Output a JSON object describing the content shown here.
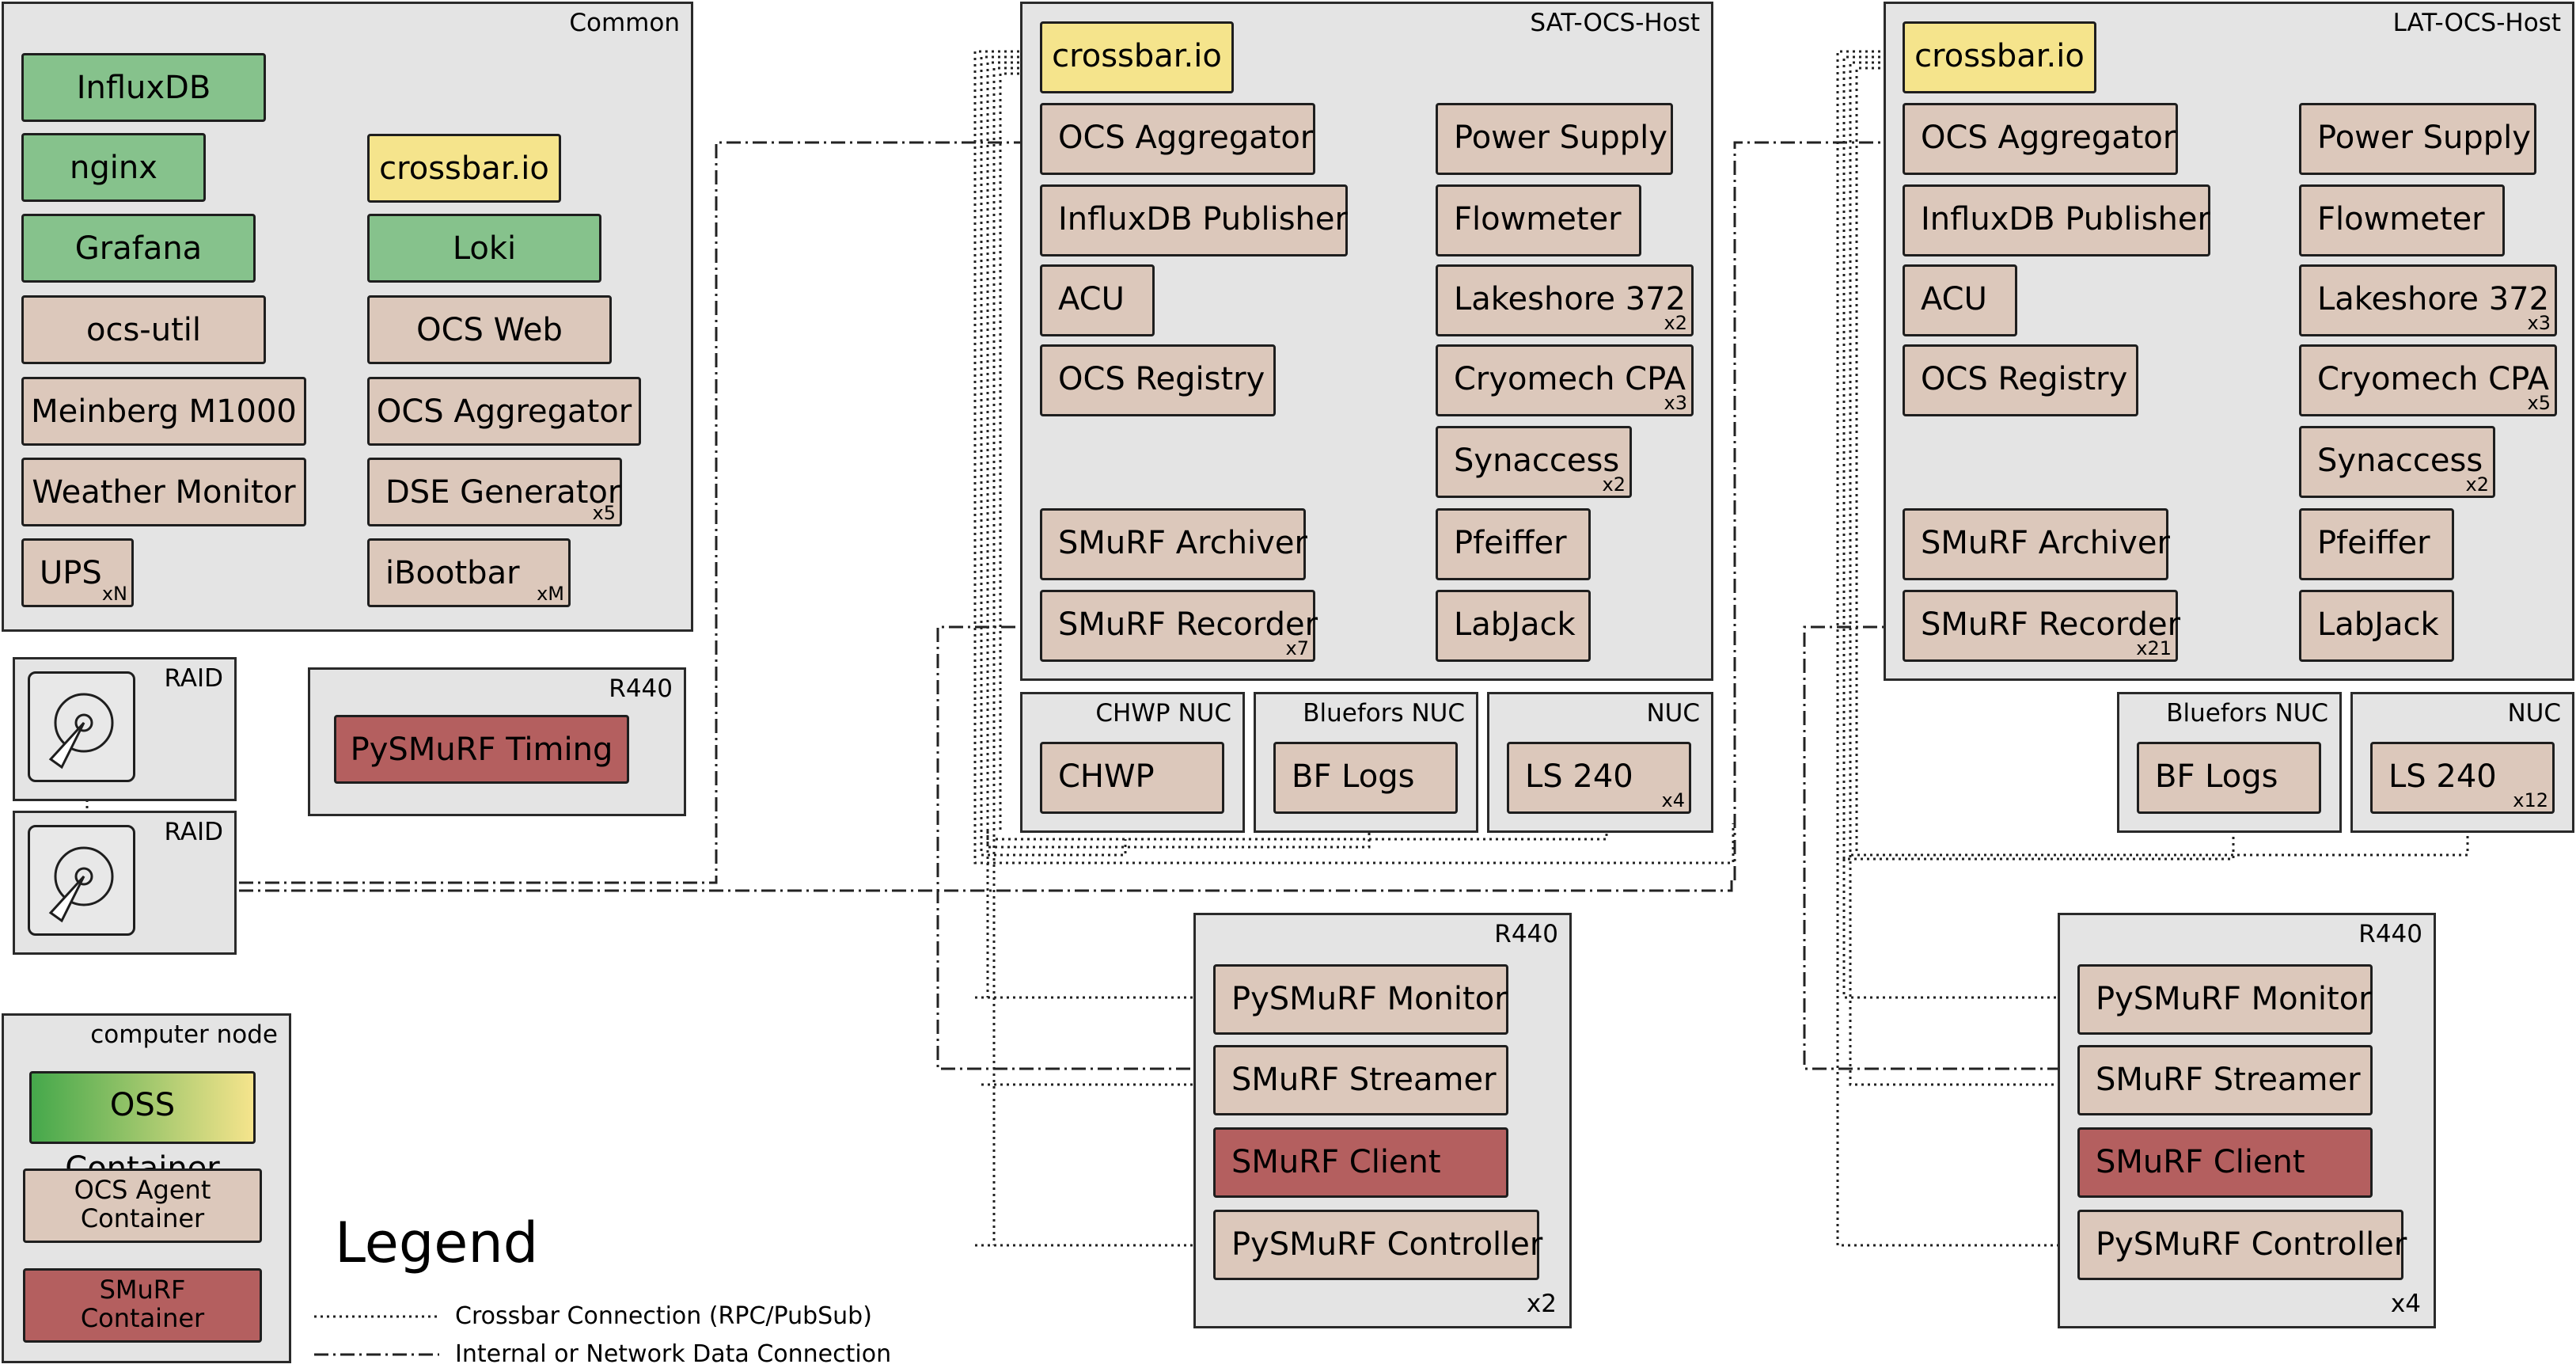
{
  "common": {
    "title": "Common",
    "items": [
      {
        "label": "InfluxDB",
        "kind": "oss"
      },
      {
        "label": "nginx",
        "kind": "oss"
      },
      {
        "label": "Grafana",
        "kind": "oss"
      },
      {
        "label": "ocs-util",
        "kind": "ocs"
      },
      {
        "label": "Meinberg M1000",
        "kind": "ocs"
      },
      {
        "label": "Weather Monitor",
        "kind": "ocs"
      },
      {
        "label": "UPS",
        "kind": "ocs",
        "mult": "xN"
      },
      {
        "label": "crossbar.io",
        "kind": "yellow"
      },
      {
        "label": "Loki",
        "kind": "oss"
      },
      {
        "label": "OCS Web",
        "kind": "ocs"
      },
      {
        "label": "OCS Aggregator",
        "kind": "ocs"
      },
      {
        "label": "DSE Generator",
        "kind": "ocs",
        "mult": "x5"
      },
      {
        "label": "iBootbar",
        "kind": "ocs",
        "mult": "xM"
      }
    ]
  },
  "raid": {
    "top_title": "RAID",
    "bottom_title": "RAID",
    "icon": "hard-disk-icon"
  },
  "r440_timing": {
    "title": "R440",
    "item": {
      "label": "PySMuRF Timing",
      "kind": "smurf"
    }
  },
  "sat": {
    "title": "SAT-OCS-Host",
    "crossbar": "crossbar.io",
    "left_items": [
      {
        "label": "OCS Aggregator"
      },
      {
        "label": "InfluxDB Publisher"
      },
      {
        "label": "ACU"
      },
      {
        "label": "OCS Registry"
      },
      {
        "label": "SMuRF Archiver"
      },
      {
        "label": "SMuRF Recorder",
        "mult": "x7"
      }
    ],
    "right_items": [
      {
        "label": "Power Supply"
      },
      {
        "label": "Flowmeter"
      },
      {
        "label": "Lakeshore 372",
        "mult": "x2"
      },
      {
        "label": "Cryomech CPA",
        "mult": "x3"
      },
      {
        "label": "Synaccess",
        "mult": "x2"
      },
      {
        "label": "Pfeiffer"
      },
      {
        "label": "LabJack"
      }
    ],
    "nucs": [
      {
        "title": "CHWP NUC",
        "item": "CHWP",
        "mult": ""
      },
      {
        "title": "Bluefors NUC",
        "item": "BF Logs",
        "mult": ""
      },
      {
        "title": "NUC",
        "item": "LS 240",
        "mult": "x4"
      }
    ],
    "r440": {
      "title": "R440",
      "footer": "x2",
      "items": [
        "PySMuRF Monitor",
        "SMuRF Streamer",
        "SMuRF Client",
        "PySMuRF Controller"
      ]
    }
  },
  "lat": {
    "title": "LAT-OCS-Host",
    "crossbar": "crossbar.io",
    "left_items": [
      {
        "label": "OCS Aggregator"
      },
      {
        "label": "InfluxDB Publisher"
      },
      {
        "label": "ACU"
      },
      {
        "label": "OCS Registry"
      },
      {
        "label": "SMuRF Archiver"
      },
      {
        "label": "SMuRF Recorder",
        "mult": "x21"
      }
    ],
    "right_items": [
      {
        "label": "Power Supply"
      },
      {
        "label": "Flowmeter"
      },
      {
        "label": "Lakeshore 372",
        "mult": "x3"
      },
      {
        "label": "Cryomech CPA",
        "mult": "x5"
      },
      {
        "label": "Synaccess",
        "mult": "x2"
      },
      {
        "label": "Pfeiffer"
      },
      {
        "label": "LabJack"
      }
    ],
    "nucs": [
      {
        "title": "Bluefors NUC",
        "item": "BF Logs",
        "mult": ""
      },
      {
        "title": "NUC",
        "item": "LS 240",
        "mult": "x12"
      }
    ],
    "r440": {
      "title": "R440",
      "footer": "x4",
      "items": [
        "PySMuRF Monitor",
        "SMuRF Streamer",
        "SMuRF Client",
        "PySMuRF Controller"
      ]
    }
  },
  "legend": {
    "node_title": "computer node",
    "oss": "OSS Container",
    "ocs_line1": "OCS Agent",
    "ocs_line2": "Container",
    "smurf_line1": "SMuRF",
    "smurf_line2": "Container",
    "heading": "Legend",
    "crossbar_line": "Crossbar Connection (RPC/PubSub)",
    "data_line": "Internal or Network Data Connection"
  },
  "colors": {
    "oss": "#86c28c",
    "yellow": "#f5e48c",
    "ocs_agent": "#dcc8bb",
    "smurf": "#b45f5f",
    "node": "#e4e4e4"
  }
}
